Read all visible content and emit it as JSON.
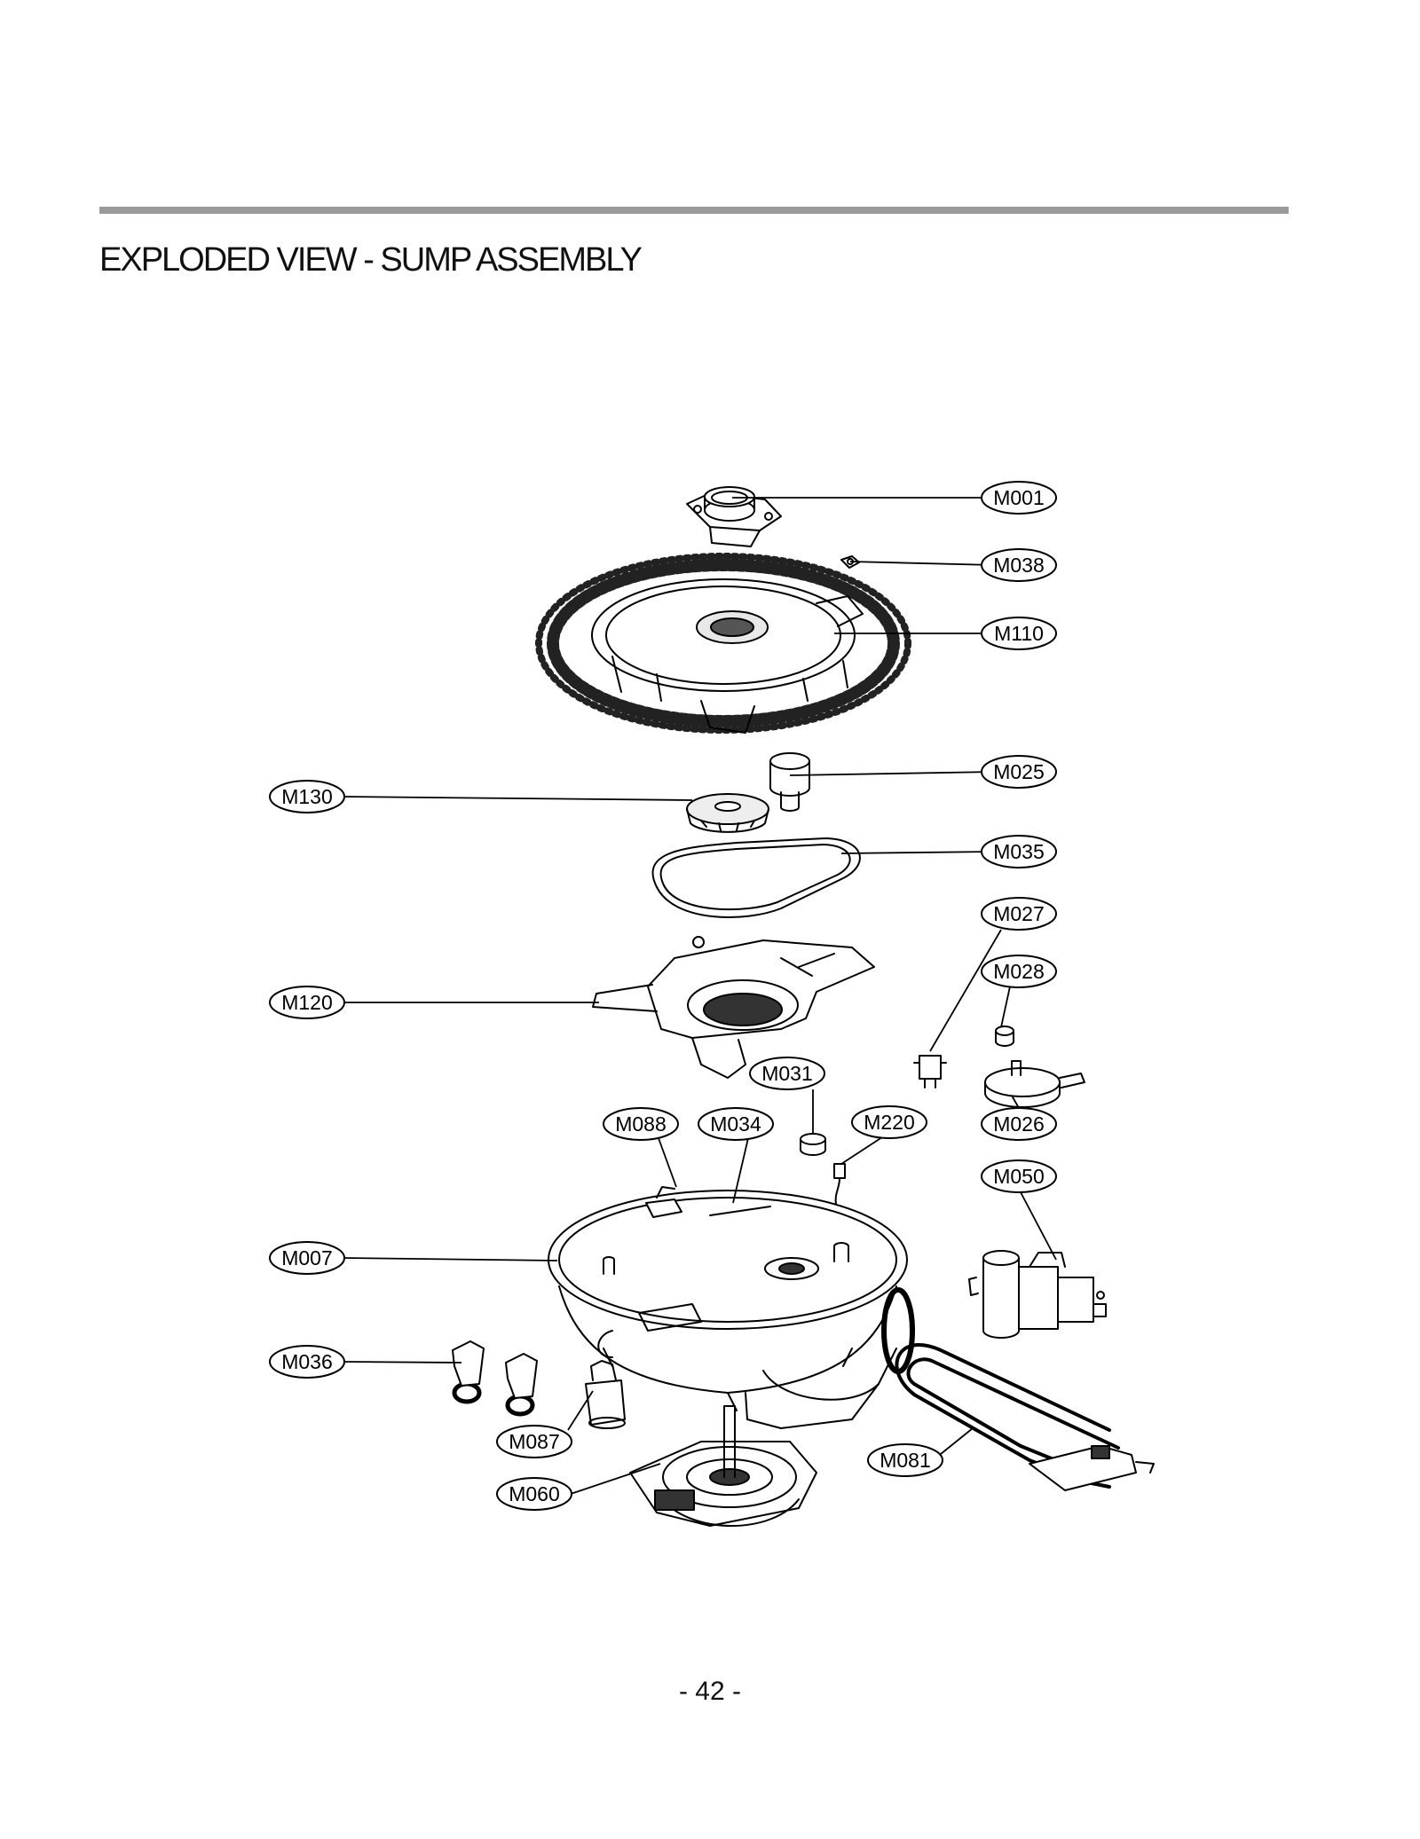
{
  "page": {
    "title": "EXPLODED VIEW - SUMP ASSEMBLY",
    "page_number": "- 42 -"
  },
  "callouts": {
    "m001": "M001",
    "m038": "M038",
    "m110": "M110",
    "m025": "M025",
    "m130": "M130",
    "m035": "M035",
    "m027": "M027",
    "m028": "M028",
    "m120": "M120",
    "m031": "M031",
    "m088": "M088",
    "m034": "M034",
    "m220": "M220",
    "m026": "M026",
    "m050": "M050",
    "m007": "M007",
    "m036": "M036",
    "m087": "M087",
    "m081": "M081",
    "m060": "M060"
  }
}
